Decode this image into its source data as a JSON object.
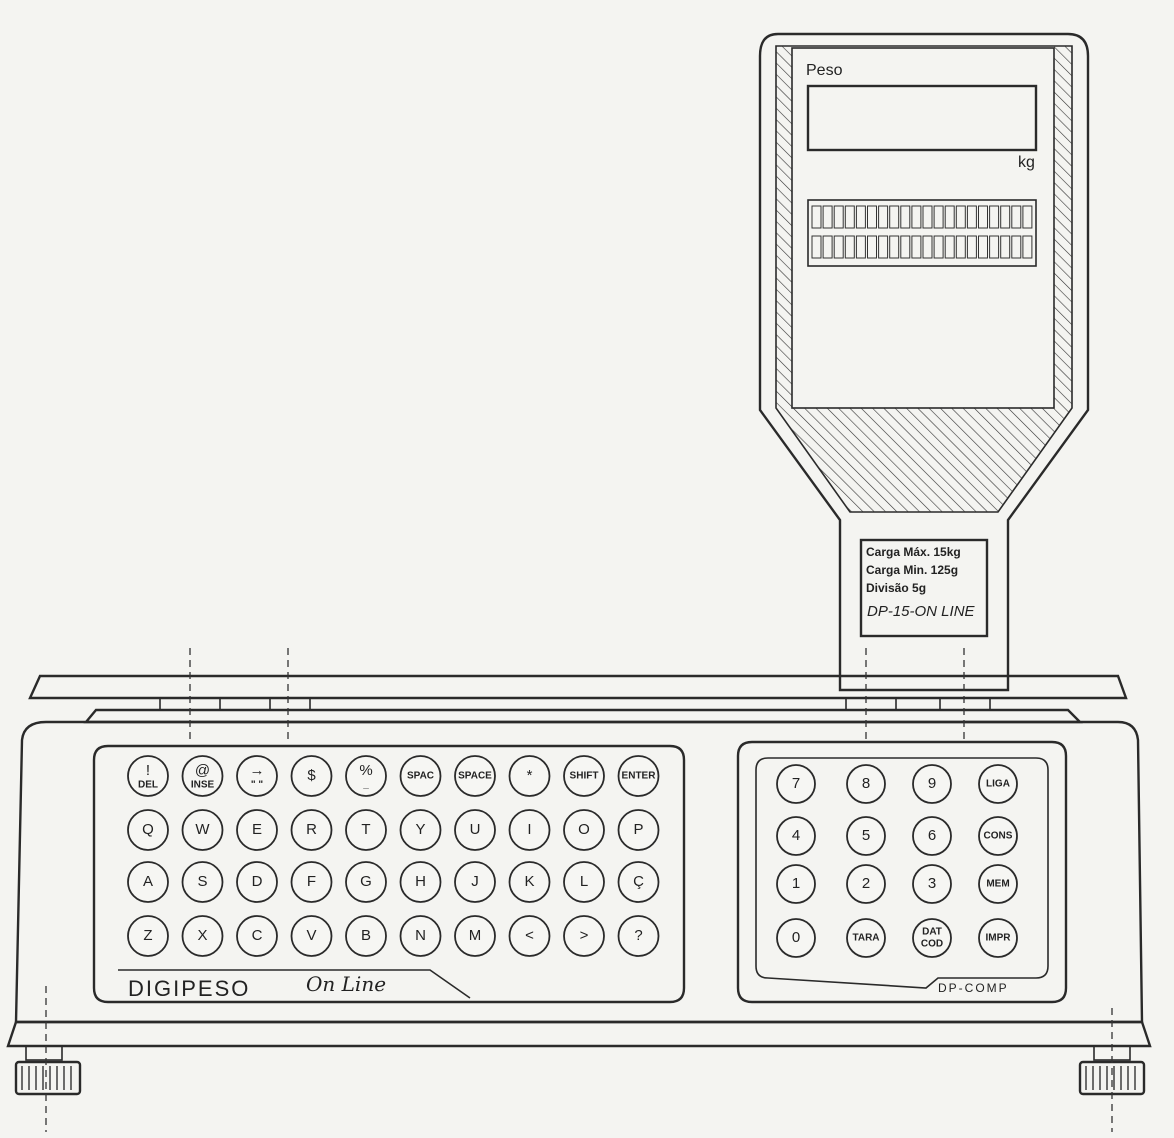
{
  "display": {
    "weight_label": "Peso",
    "unit_label": "kg"
  },
  "spec_plate": {
    "line1": "Carga Máx. 15kg",
    "line2": "Carga Min. 125g",
    "line3": "Divisão 5g",
    "model": "DP-15-ON LINE"
  },
  "alpha_keyboard": {
    "brand": "DIGIPESO",
    "signature": "On Line",
    "rows": [
      [
        {
          "main": "!",
          "sub": "DEL"
        },
        {
          "main": "@",
          "sub": "INSE"
        },
        {
          "main": "→",
          "sub": "\" \""
        },
        {
          "main": "$",
          "sub": ""
        },
        {
          "main": "%",
          "sub": "_"
        },
        {
          "main": "SPAC",
          "sub": ""
        },
        {
          "main": "SPACE",
          "sub": ""
        },
        {
          "main": "*",
          "sub": ""
        },
        {
          "main": "SHIFT",
          "sub": ""
        },
        {
          "main": "ENTER",
          "sub": ""
        }
      ],
      [
        {
          "main": "Q"
        },
        {
          "main": "W"
        },
        {
          "main": "E"
        },
        {
          "main": "R"
        },
        {
          "main": "T"
        },
        {
          "main": "Y"
        },
        {
          "main": "U"
        },
        {
          "main": "I"
        },
        {
          "main": "O"
        },
        {
          "main": "P"
        }
      ],
      [
        {
          "main": "A"
        },
        {
          "main": "S"
        },
        {
          "main": "D"
        },
        {
          "main": "F"
        },
        {
          "main": "G"
        },
        {
          "main": "H"
        },
        {
          "main": "J"
        },
        {
          "main": "K"
        },
        {
          "main": "L"
        },
        {
          "main": "Ç"
        }
      ],
      [
        {
          "main": "Z"
        },
        {
          "main": "X"
        },
        {
          "main": "C"
        },
        {
          "main": "V"
        },
        {
          "main": "B"
        },
        {
          "main": "N"
        },
        {
          "main": "M"
        },
        {
          "main": "<"
        },
        {
          "main": ">"
        },
        {
          "main": "?"
        }
      ]
    ]
  },
  "numeric_keyboard": {
    "brand": "DP-COMP",
    "rows": [
      [
        "7",
        "8",
        "9",
        "LIGA"
      ],
      [
        "4",
        "5",
        "6",
        "CONS"
      ],
      [
        "1",
        "2",
        "3",
        "MEM"
      ],
      [
        "0",
        "TARA",
        "DAT COD",
        "IMPR"
      ]
    ]
  }
}
